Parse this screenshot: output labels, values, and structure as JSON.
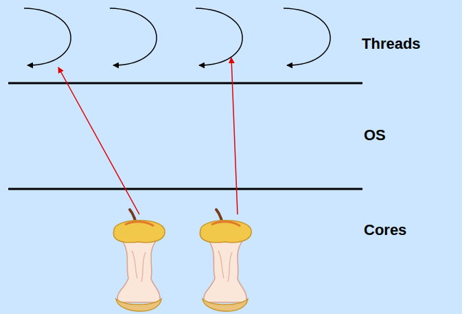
{
  "diagram": {
    "labels": [
      "Threads",
      "OS",
      "Cores"
    ]
  }
}
